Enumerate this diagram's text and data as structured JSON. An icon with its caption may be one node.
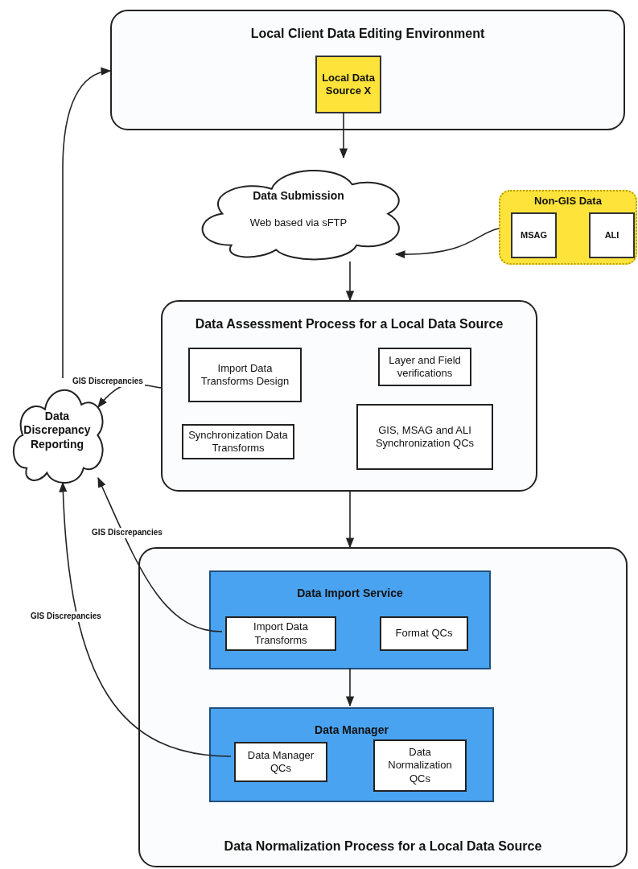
{
  "diagram": {
    "nodes": [
      {
        "text": [
          "Local Client Data Editing Environment"
        ]
      },
      {
        "text": [
          "Local Data Source X"
        ],
        "in": 0
      },
      {
        "text": [
          "Data Submission",
          "Web based via sFTP"
        ]
      },
      {
        "text": [
          "Non-GIS Data"
        ]
      },
      {
        "text": [
          "MSAG"
        ],
        "in": 3
      },
      {
        "text": [
          "ALI"
        ],
        "in": 3
      },
      {
        "text": [
          "Data Assessment Process for a Local Data Source"
        ]
      },
      {
        "text": [
          "Import Data Transforms Design"
        ],
        "in": 6
      },
      {
        "text": [
          "Layer and Field verifications"
        ],
        "in": 6
      },
      {
        "text": [
          "Synchronization Data Transforms"
        ],
        "in": 6
      },
      {
        "text": [
          "GIS, MSAG and ALI Synchronization QCs"
        ],
        "in": 6
      },
      {
        "text": [
          "Data Discrepancy Reporting"
        ]
      },
      {
        "text": [
          "Data Normalization Process for a Local Data Source"
        ]
      },
      {
        "text": [
          "Data Import Service"
        ],
        "in": 12
      },
      {
        "text": [
          "Import Data Transforms"
        ],
        "in": 13
      },
      {
        "text": [
          "Format QCs"
        ],
        "in": 13
      },
      {
        "text": [
          "Data Manager"
        ],
        "in": 12
      },
      {
        "text": [
          "Data Manager QCs"
        ],
        "in": 16
      },
      {
        "text": [
          "Data Normalization QCs"
        ],
        "in": 16
      }
    ],
    "edges": [
      {
        "from": 1,
        "to": 2,
        "arrow": "to"
      },
      {
        "from": 3,
        "to": 2,
        "arrow": "to"
      },
      {
        "from": 2,
        "to": 6,
        "arrow": "to"
      },
      {
        "from": 6,
        "to": 12,
        "arrow": "to"
      },
      {
        "from": 13,
        "to": 16,
        "arrow": "to"
      },
      {
        "from": 11,
        "to": 0,
        "arrow": "to"
      },
      {
        "from": 6,
        "to": 11,
        "arrow": "to",
        "label": "GIS Discrepancies"
      },
      {
        "from": 14,
        "to": 11,
        "arrow": "to",
        "label": "GIS Discrepancies"
      },
      {
        "from": 17,
        "to": 11,
        "arrow": "to",
        "label": "GIS Discrepancies"
      }
    ]
  }
}
